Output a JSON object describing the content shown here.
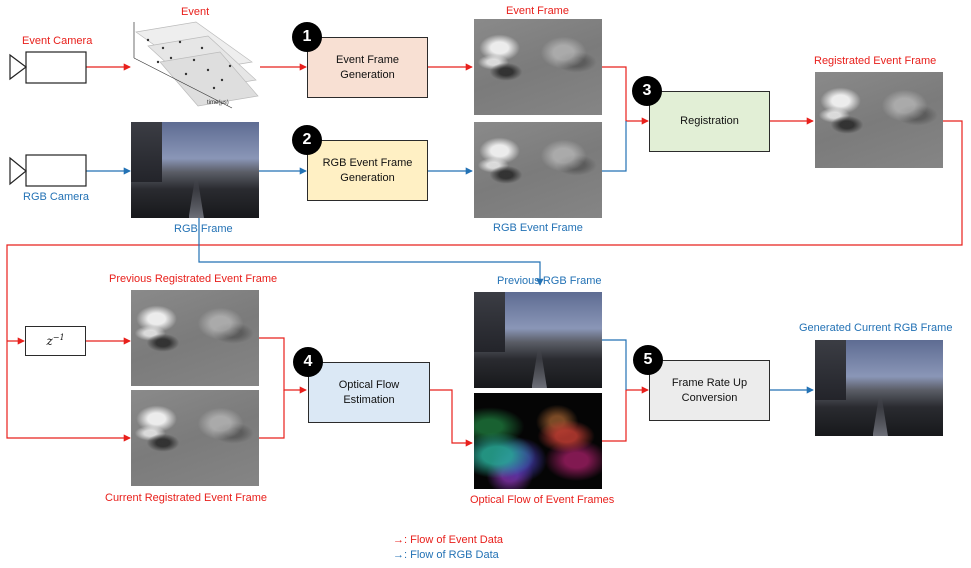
{
  "labels": {
    "event": "Event",
    "event_camera": "Event Camera",
    "rgb_camera": "RGB Camera",
    "event_frame": "Event Frame",
    "rgb_frame": "RGB Frame",
    "rgb_event_frame": "RGB Event Frame",
    "registrated_event_frame": "Registrated Event Frame",
    "previous_registrated_event_frame": "Previous Registrated Event Frame",
    "current_registrated_event_frame": "Current Registrated Event Frame",
    "previous_rgb_frame": "Previous RGB Frame",
    "optical_flow_of_event_frames": "Optical Flow of Event Frames",
    "generated_current_rgb_frame": "Generated Current RGB Frame",
    "time_axis": "time(μs)"
  },
  "steps": [
    {
      "number": "1",
      "label_line1": "Event Frame",
      "label_line2": "Generation",
      "fill": "#f8e0d3"
    },
    {
      "number": "2",
      "label_line1": "RGB Event Frame",
      "label_line2": "Generation",
      "fill": "#fff0c4"
    },
    {
      "number": "3",
      "label_line1": "Registration",
      "label_line2": "",
      "fill": "#e2efd6"
    },
    {
      "number": "4",
      "label_line1": "Optical Flow",
      "label_line2": "Estimation",
      "fill": "#dbe8f5"
    },
    {
      "number": "5",
      "label_line1": "Frame Rate Up",
      "label_line2": "Conversion",
      "fill": "#ececec"
    }
  ],
  "delay_box": {
    "base": "z",
    "exponent": "−1"
  },
  "legend": [
    {
      "arrow": "→",
      "text": ": Flow of Event Data",
      "color": "#e8201c"
    },
    {
      "arrow": "→",
      "text": ": Flow of RGB Data",
      "color": "#2372b5"
    }
  ],
  "colors": {
    "event_flow": "#e8201c",
    "rgb_flow": "#2372b5"
  }
}
